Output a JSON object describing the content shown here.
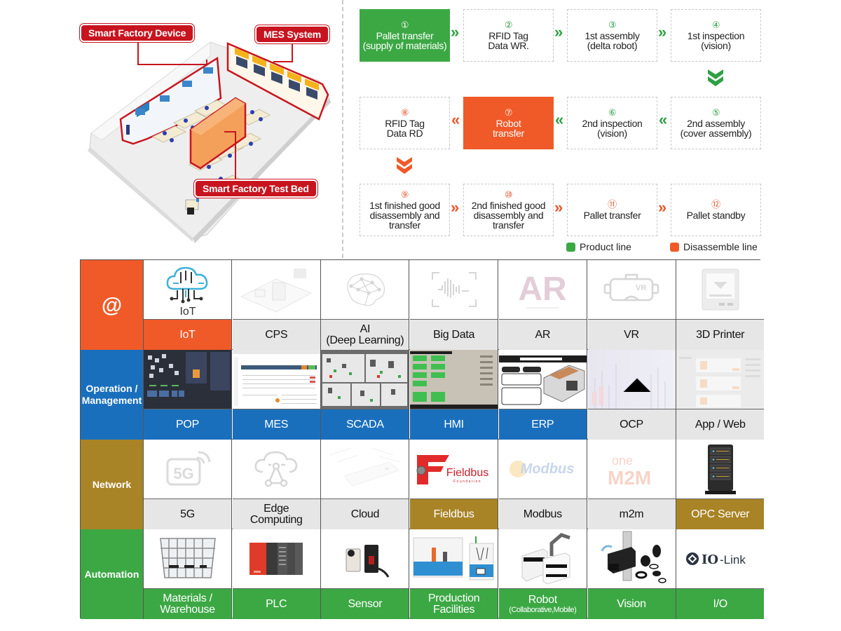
{
  "illustration": {
    "callouts": {
      "device": "Smart Factory Device",
      "mes": "MES System",
      "testbed": "Smart Factory Test Bed"
    }
  },
  "flow": {
    "steps": [
      {
        "num": "①",
        "text": "Pallet transfer\n(supply of materials)",
        "line": "product",
        "highlight": true
      },
      {
        "num": "②",
        "text": "RFID Tag\nData WR.",
        "line": "product",
        "highlight": false
      },
      {
        "num": "③",
        "text": "1st assembly\n(delta robot)",
        "line": "product",
        "highlight": false
      },
      {
        "num": "④",
        "text": "1st inspection\n(vision)",
        "line": "product",
        "highlight": false
      },
      {
        "num": "⑤",
        "text": "2nd assembly\n(cover assembly)",
        "line": "product",
        "highlight": false
      },
      {
        "num": "⑥",
        "text": "2nd inspection\n(vision)",
        "line": "product",
        "highlight": false
      },
      {
        "num": "⑦",
        "text": "Robot\ntransfer",
        "line": "disassemble",
        "highlight": true
      },
      {
        "num": "⑧",
        "text": "RFID Tag\nData RD",
        "line": "disassemble",
        "highlight": false
      },
      {
        "num": "⑨",
        "text": "1st finished good\ndisassembly and\ntransfer",
        "line": "disassemble",
        "highlight": false
      },
      {
        "num": "⑩",
        "text": "2nd finished good\ndisassembly and\ntransfer",
        "line": "disassemble",
        "highlight": false
      },
      {
        "num": "⑪",
        "text": "Pallet transfer",
        "line": "disassemble",
        "highlight": false
      },
      {
        "num": "⑫",
        "text": "Pallet standby",
        "line": "disassemble",
        "highlight": false
      }
    ],
    "legend": {
      "product": "Product line",
      "disassemble": "Disassemble line"
    },
    "colors": {
      "product": "#3ca844",
      "disassemble": "#f05a28"
    }
  },
  "grid": {
    "rows": [
      {
        "category": "@",
        "color": "#f05a28",
        "items": [
          {
            "label": "IoT",
            "icon": "iot-cloud-icon",
            "active": true,
            "logo_text": "IoT"
          },
          {
            "label": "CPS",
            "icon": "cps-machine-icon",
            "active": false
          },
          {
            "label": "AI\n(Deep Learning)",
            "icon": "brain-network-icon",
            "active": false
          },
          {
            "label": "Big Data",
            "icon": "waveform-icon",
            "active": false
          },
          {
            "label": "AR",
            "icon": "ar-logo-icon",
            "active": false,
            "logo_text": "AR"
          },
          {
            "label": "VR",
            "icon": "vr-headset-icon",
            "active": false,
            "logo_text": "VR"
          },
          {
            "label": "3D Printer",
            "icon": "3d-printer-icon",
            "active": false
          }
        ]
      },
      {
        "category": "Operation /\nManagement",
        "color": "#1a6fbd",
        "items": [
          {
            "label": "POP",
            "icon": "pop-screen-icon",
            "active": true
          },
          {
            "label": "MES",
            "icon": "mes-screen-icon",
            "active": true
          },
          {
            "label": "SCADA",
            "icon": "scada-screen-icon",
            "active": true
          },
          {
            "label": "HMI",
            "icon": "hmi-screen-icon",
            "active": true
          },
          {
            "label": "ERP",
            "icon": "erp-screen-icon",
            "active": true
          },
          {
            "label": "OCP",
            "icon": "ocp-screen-icon",
            "active": false
          },
          {
            "label": "App / Web",
            "icon": "app-web-screen-icon",
            "active": false
          }
        ]
      },
      {
        "category": "Network",
        "color": "#a88427",
        "items": [
          {
            "label": "5G",
            "icon": "5g-icon",
            "active": false,
            "logo_text": "5G"
          },
          {
            "label": "Edge\nComputing",
            "icon": "edge-cloud-icon",
            "active": false
          },
          {
            "label": "Cloud",
            "icon": "cloud-device-icon",
            "active": false
          },
          {
            "label": "Fieldbus",
            "icon": "fieldbus-logo-icon",
            "active": true,
            "logo_text": "Fieldbus",
            "logo_sub": "Foundation"
          },
          {
            "label": "Modbus",
            "icon": "modbus-logo-icon",
            "active": false,
            "logo_text": "Modbus"
          },
          {
            "label": "m2m",
            "icon": "onem2m-logo-icon",
            "active": false,
            "logo_text": "one",
            "logo_text2": "M2M"
          },
          {
            "label": "OPC Server",
            "icon": "server-rack-icon",
            "active": true
          }
        ]
      },
      {
        "category": "Automation",
        "color": "#3ca844",
        "items": [
          {
            "label": "Materials /\nWarehouse",
            "icon": "warehouse-rack-icon",
            "active": true
          },
          {
            "label": "PLC",
            "icon": "plc-icon",
            "active": true
          },
          {
            "label": "Sensor",
            "icon": "sensor-icon",
            "active": true
          },
          {
            "label": "Production\nFacilities",
            "icon": "production-line-icon",
            "active": true
          },
          {
            "label": "Robot",
            "sublabel": "(Collaborative,Mobile)",
            "icon": "robot-icon",
            "active": true
          },
          {
            "label": "Vision",
            "icon": "vision-camera-icon",
            "active": true
          },
          {
            "label": "I/O",
            "icon": "io-link-logo-icon",
            "active": true,
            "logo_text": "IO-Link"
          }
        ]
      }
    ]
  }
}
